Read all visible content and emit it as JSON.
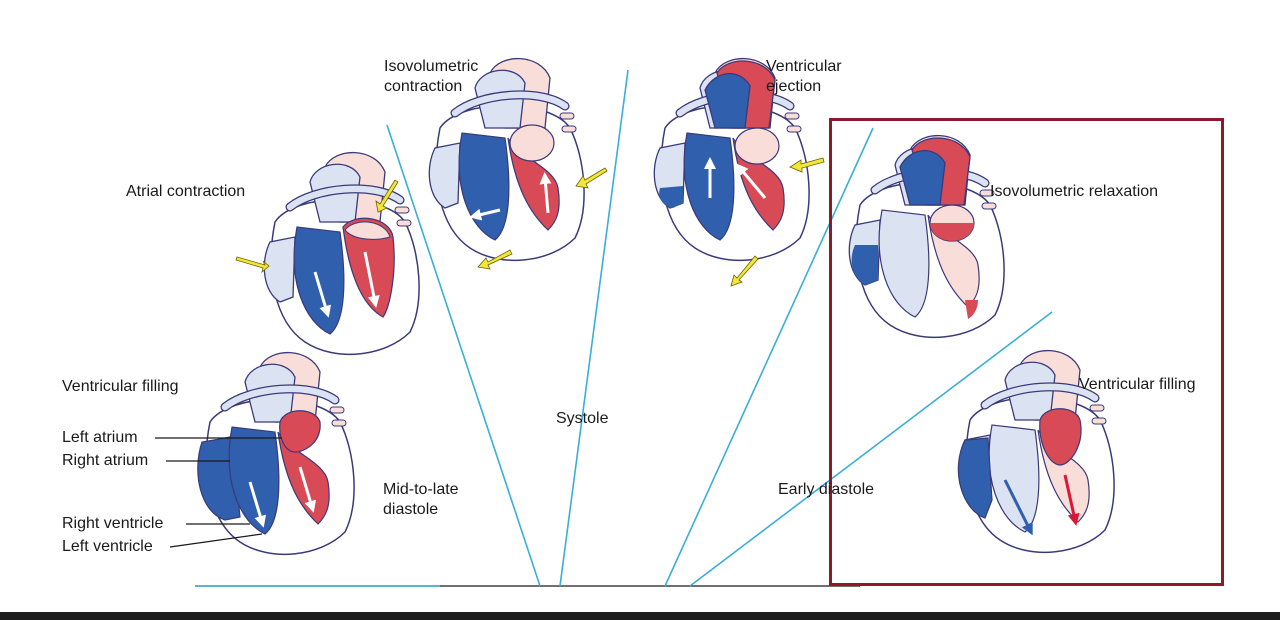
{
  "labels": {
    "atrial_contraction": "Atrial contraction",
    "isovolumetric_contraction": "Isovolumetric\ncontraction",
    "ventricular_ejection": "Ventricular\nejection",
    "isovolumetric_relaxation": "Isovolumetric relaxation",
    "ventricular_filling_left": "Ventricular filling",
    "ventricular_filling_right": "Ventricular filling",
    "systole": "Systole",
    "mid_to_late_diastole": "Mid-to-late\ndiastole",
    "early_diastole": "Early diastole"
  },
  "anatomy": {
    "left_atrium": "Left atrium",
    "right_atrium": "Right atrium",
    "right_ventricle": "Right ventricle",
    "left_ventricle": "Left ventricle"
  },
  "colors": {
    "divider": "#3aaed8",
    "highlight_box": "#8b1a2b",
    "deoxygenated": "#2f5fad",
    "oxygenated": "#d84a55",
    "pale_blue": "#dbe3f2",
    "pale_red": "#f9ddd8",
    "outline": "#3a3a7a",
    "arrow_yellow": "#f2e63a"
  },
  "icons": {
    "phase_arrow": "yellow-pressure-arrow-icon",
    "flow_arrow": "white-flow-arrow-icon"
  }
}
